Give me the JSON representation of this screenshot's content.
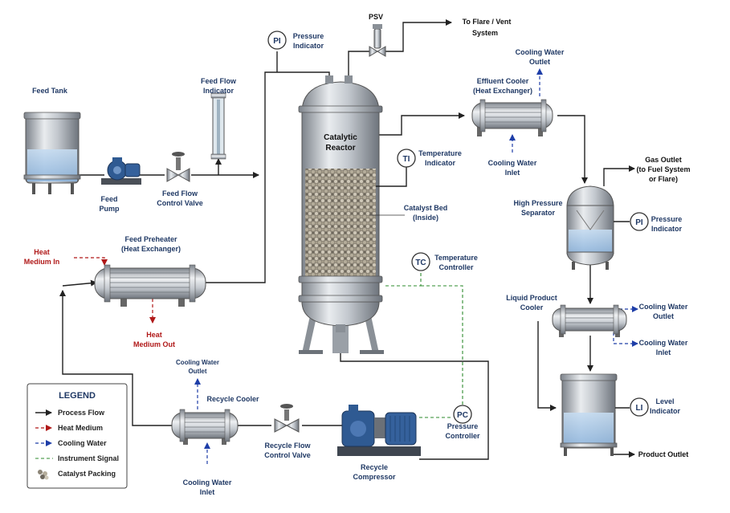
{
  "labels": {
    "psv": "PSV",
    "flare_1": "To Flare / Vent",
    "flare_2": "System",
    "pi_top_1": "Pressure",
    "pi_top_2": "Indicator",
    "feed_tank": "Feed Tank",
    "feed_flow_ind_1": "Feed Flow",
    "feed_flow_ind_2": "Indicator",
    "feed_pump_1": "Feed",
    "feed_pump_2": "Pump",
    "feed_valve_1": "Feed Flow",
    "feed_valve_2": "Control Valve",
    "reactor_1": "Catalytic",
    "reactor_2": "Reactor",
    "ti_1": "Temperature",
    "ti_2": "Indicator",
    "catalyst_bed_1": "Catalyst Bed",
    "catalyst_bed_2": "(Inside)",
    "tc_1": "Temperature",
    "tc_2": "Controller",
    "effluent_cooler_1": "Effluent Cooler",
    "effluent_cooler_2": "(Heat Exchanger)",
    "cw_outlet_top_1": "Cooling Water",
    "cw_outlet_top_2": "Outlet",
    "cw_inlet_top_1": "Cooling Water",
    "cw_inlet_top_2": "Inlet",
    "gas_outlet_1": "Gas Outlet",
    "gas_outlet_2": "(to Fuel System",
    "gas_outlet_3": "or Flare)",
    "hp_sep_1": "High Pressure",
    "hp_sep_2": "Separator",
    "pi_right_1": "Pressure",
    "pi_right_2": "Indicator",
    "liq_cooler_1": "Liquid Product",
    "liq_cooler_2": "Cooler",
    "cw_outlet_right_1": "Cooling Water",
    "cw_outlet_right_2": "Outlet",
    "cw_inlet_right_1": "Cooling Water",
    "cw_inlet_right_2": "Inlet",
    "level_ind_1": "Level",
    "level_ind_2": "Indicator",
    "product_outlet": "Product Outlet",
    "preheater_1": "Feed Preheater",
    "preheater_2": "(Heat Exchanger)",
    "heat_in_1": "Heat",
    "heat_in_2": "Medium In",
    "heat_out_1": "Heat",
    "heat_out_2": "Medium Out",
    "cw_outlet_recycle_1": "Cooling Water",
    "cw_outlet_recycle_2": "Outlet",
    "recycle_cooler": "Recycle Cooler",
    "cw_inlet_recycle_1": "Cooling Water",
    "cw_inlet_recycle_2": "Inlet",
    "recycle_valve_1": "Recycle Flow",
    "recycle_valve_2": "Control Valve",
    "recycle_comp_1": "Recycle",
    "recycle_comp_2": "Compressor",
    "pc_1": "Pressure",
    "pc_2": "Controller"
  },
  "instruments": {
    "pi_top": "PI",
    "ti": "TI",
    "tc": "TC",
    "pi_right": "PI",
    "li": "LI",
    "pc": "PC"
  },
  "legend": {
    "title": "LEGEND",
    "items": [
      "Process Flow",
      "Heat Medium",
      "Cooling Water",
      "Instrument Signal",
      "Catalyst Packing"
    ]
  },
  "colors": {
    "process": "#222222",
    "heat_medium": "#b01818",
    "cooling_water": "#1e3ea8",
    "instrument_signal": "#2e8b2e",
    "label_navy": "#1f3864",
    "steel": "#b8bcc2",
    "liquid": "#9fc3e6"
  }
}
